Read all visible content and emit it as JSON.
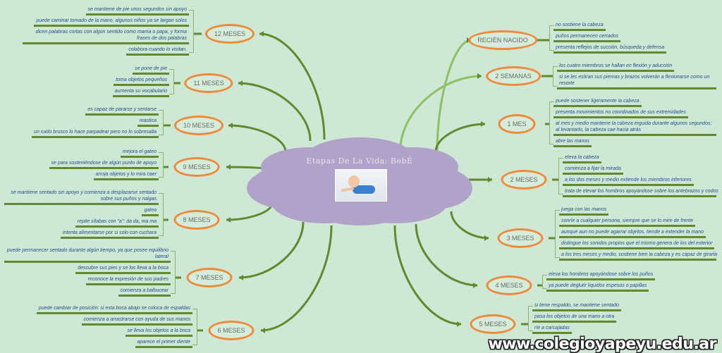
{
  "center": {
    "title": "Etapas De La Vida: BebÉ",
    "image": "baby-crawling-photo"
  },
  "watermark": "www.colegioyapeyu.edu.ar",
  "colors": {
    "background": "#cfe8d6",
    "cloud": "#b0a2c8",
    "node_border": "#ee8a3a",
    "branch": "#62892d",
    "text": "#1f4e89"
  },
  "stages": [
    {
      "id": "recien-nacido",
      "label": "RECIÉN NACIDO",
      "items": [
        "no sostiene la cabeza",
        "puños permanecen cerrados",
        "presenta reflejos de succión, búsqueda y defensa"
      ]
    },
    {
      "id": "2-semanas",
      "label": "2 SEMANAS",
      "items": [
        "los cuatro miembros se hallan en flexión y aducción",
        "si se les estiran sus piernas y brazos volverán a flexionarse como un resorte"
      ]
    },
    {
      "id": "1-mes",
      "label": "1 MES",
      "items": [
        "puede sostener ligeramente la cabeza",
        "presenta movimientos no coordinados de sus extremidades",
        "al mes y medio mantiene la cabeza erguida durante algunos segundos; al levantarlo, la cabeza cae hacia atrás",
        "abre las manos"
      ]
    },
    {
      "id": "2-meses",
      "label": "2 MESES",
      "items": [
        "eleva la cabeza",
        "comienza a fijar la mirada",
        "a los dos meses y medio extiende los miembros inferiores",
        "trata de elevar los hombros apoyándose sobre los antebrazos y codos"
      ]
    },
    {
      "id": "3-meses",
      "label": "3 MESES",
      "items": [
        "juega con las manos",
        "sonríe a cualquier persona, siempre que se lo mire de frente",
        "aunque aun no puede agarrar objetos, tiende a extender la mano",
        "distingue los sonidos propios que el mismo genera de los del exterior",
        "a los tres meses y medio, sostiene bien la cabeza y es capaz de girarla"
      ]
    },
    {
      "id": "4-meses",
      "label": "4 MESES",
      "items": [
        "eleva los hombros apoyándose sobre los puños",
        "ya puede deglutir líquidos espesos o papillas"
      ]
    },
    {
      "id": "5-meses",
      "label": "5 MESES",
      "items": [
        "si tiene respaldo, se mantiene sentado",
        "pasa los objetos de una mano a otra",
        "ríe a carcajadas"
      ]
    },
    {
      "id": "6-meses",
      "label": "6 MESES",
      "items": [
        "puede cambiar de posición: si esta boca abajo se coloca de espaldas",
        "comienza a arrastrarse con ayuda de sus manos",
        "se lleva los objetos a la boca",
        "aparece el primer diente"
      ]
    },
    {
      "id": "7-meses",
      "label": "7 MESES",
      "items": [
        "puede permanecer sentado durante algún tiempo, ya que posee equilibrio lateral",
        "descubre sus pies y se los lleva a la boca",
        "reconoce la expresión de sus padres",
        "comienza a balbucear"
      ]
    },
    {
      "id": "8-meses",
      "label": "8 MESES",
      "items": [
        "se mantiene sentado sin apoyo y comienza a desplazarse sentado sobre sus puños y nalgas",
        "gatea",
        "repite sílabas con \"a\": da da, ma ma",
        "intenta alimentarse por si solo con cuchara"
      ]
    },
    {
      "id": "9-meses",
      "label": "9 MESES",
      "items": [
        "mejora el gateo",
        "se para sosteniéndose de algún punto de apoyo",
        "arroja objetos y lo mira caer"
      ]
    },
    {
      "id": "10-meses",
      "label": "10 MESES",
      "items": [
        "es capaz de pararse y sentarse",
        "mastica",
        "un ruido brusco lo hace parpadear pero no lo sobresalta"
      ]
    },
    {
      "id": "11-meses",
      "label": "11 MESES",
      "items": [
        "se pone de pie",
        "toma objetos pequeños",
        "aumenta su vocabulario"
      ]
    },
    {
      "id": "12-meses",
      "label": "12 MESES",
      "items": [
        "se mantiene de pie unos segundos sin apoyo",
        "puede caminar tomado de la mano, algunos niños ya se largan solos",
        "dicen palabras cortas con algún sentido como mama o papa, y forma frases de dos palabras",
        "colabora cuando lo visitan."
      ]
    }
  ]
}
